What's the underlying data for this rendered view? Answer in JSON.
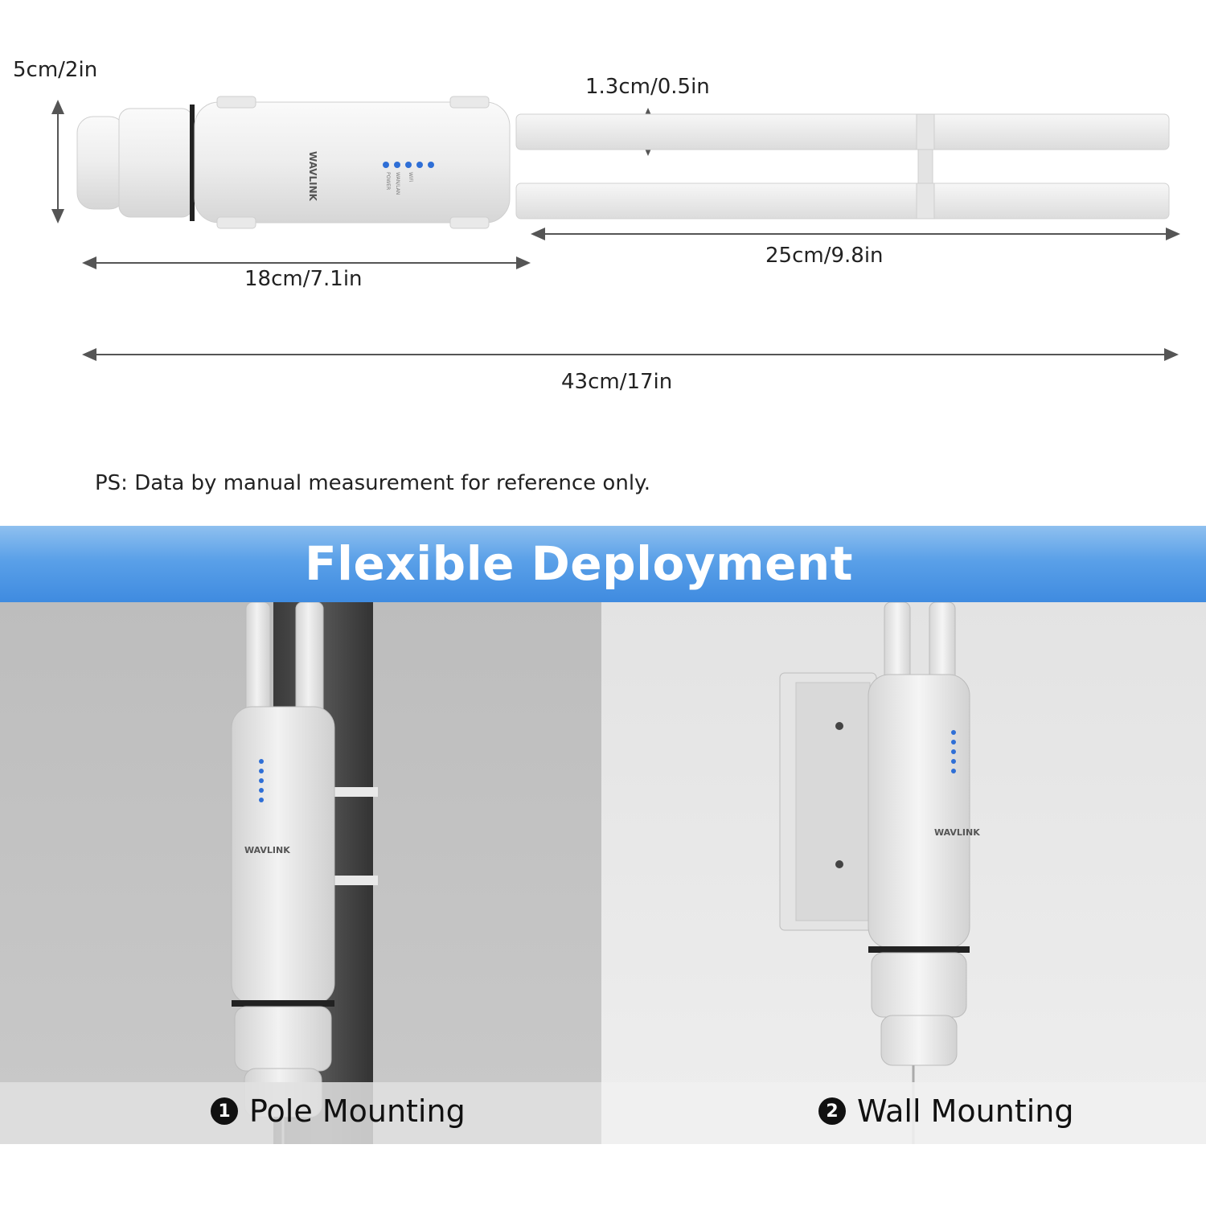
{
  "dimensions": {
    "height": "5cm/2in",
    "antenna_diameter": "1.3cm/0.5in",
    "antenna_length": "25cm/9.8in",
    "body_length": "18cm/7.1in",
    "total_length": "43cm/17in"
  },
  "note": "PS: Data by manual measurement for reference only.",
  "banner": {
    "title": "Flexible Deployment"
  },
  "device": {
    "brand": "WAVLINK",
    "led_labels": [
      "WiFi",
      "WAN/LAN",
      "POWER"
    ]
  },
  "mounting": [
    {
      "number": "1",
      "label": "Pole Mounting"
    },
    {
      "number": "2",
      "label": "Wall Mounting"
    }
  ],
  "colors": {
    "banner_top": "#8fc0ef",
    "banner_bottom": "#3f8be0",
    "led": "#2f6fd6",
    "device_body": "#ececec"
  }
}
